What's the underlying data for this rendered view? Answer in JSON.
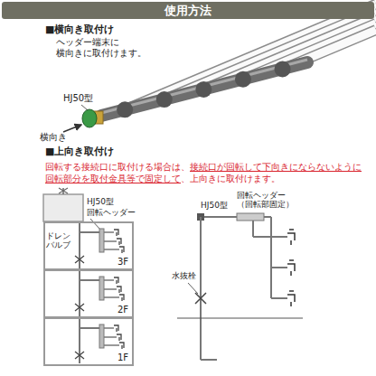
{
  "diagram": {
    "title": "使用方法",
    "nodes": [
      {
        "text": [
          "3F"
        ]
      },
      {
        "text": [
          "2F"
        ]
      },
      {
        "text": [
          "1F"
        ]
      }
    ],
    "labels": [
      "■横向き取付け",
      "ヘッダー端末に 横向きに取付けます。",
      "HJ50型",
      "横向き",
      "■上向き取付け",
      "回転する接続口に取付ける場合は、",
      "接続口が回転して下向きにならないように回転部分を取付金具等で固定して",
      "、上向きに取付けます。",
      "HJ50型",
      "回転ヘッダー",
      "ドレン バルブ",
      "HJ50型",
      "回転ヘッダー （回転部固定）",
      "水抜栓"
    ]
  }
}
